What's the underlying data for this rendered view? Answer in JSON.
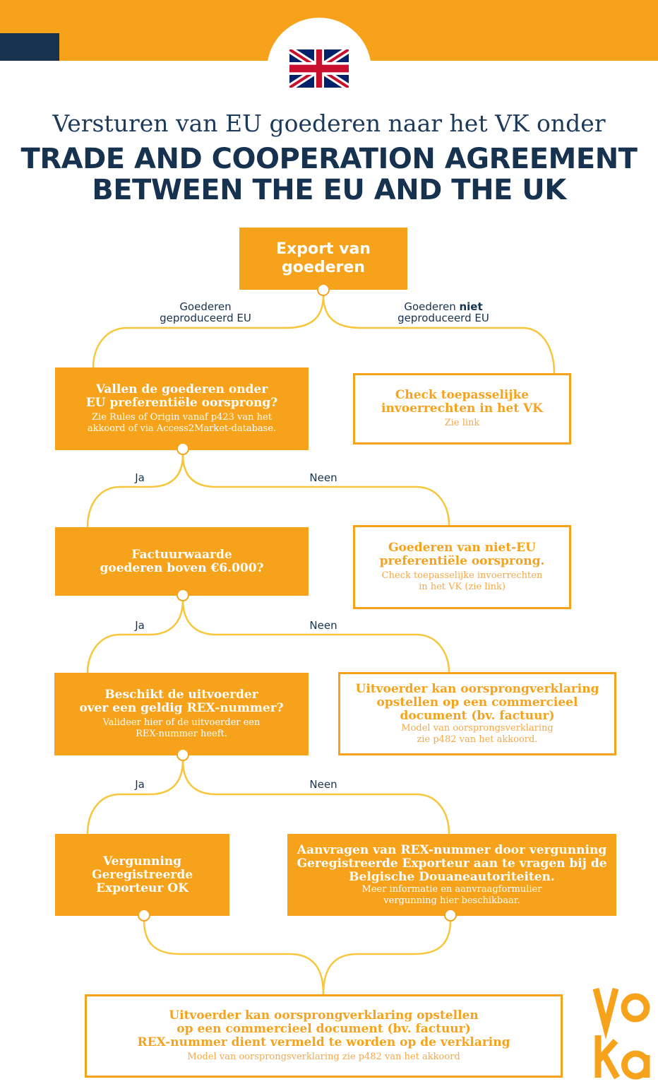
{
  "header": {
    "subtitle": "Versturen van EU goederen naar het VK onder",
    "title_line1": "TRADE AND COOPERATION AGREEMENT",
    "title_line2": "BETWEEN THE EU AND THE UK",
    "flag_icon": "union-jack-flag-icon"
  },
  "colors": {
    "accent": "#f7a21b",
    "navy": "#16324f",
    "white": "#ffffff"
  },
  "nodes": {
    "export": {
      "title_line1": "Export van",
      "title_line2": "goederen"
    },
    "q_origin": {
      "title_line1": "Vallen de goederen onder",
      "title_line2": "EU preferentiële oorsprong?",
      "sub_line1": "Zie Rules of Origin vanaf p423 van het",
      "sub_line2": "akkoord of via Access2Market-database."
    },
    "check_duties": {
      "title_line1": "Check toepasselijke",
      "title_line2": "invoerrechten in het VK",
      "sub_line1": "Zie link"
    },
    "q_invoice": {
      "title_line1": "Factuurwaarde",
      "title_line2": "goederen boven €6.000?"
    },
    "non_pref": {
      "title_line1": "Goederen van niet-EU",
      "title_line2": "preferentiële oorsprong.",
      "sub_line1": "Check toepasselijke invoerrechten",
      "sub_line2": "in het VK (zie link)"
    },
    "q_rex": {
      "title_line1": "Beschikt de uitvoerder",
      "title_line2": "over een geldig REX-nummer?",
      "sub_line1": "Valideer hier of de uitvoerder een",
      "sub_line2": "REX-nummer heeft."
    },
    "decl_small": {
      "title_line1": "Uitvoerder kan oorsprongverklaring",
      "title_line2": "opstellen op een commercieel",
      "title_line3": "document (bv. factuur)",
      "sub_line1": "Model van oorsprongsverklaring",
      "sub_line2": "zie p482 van het akkoord."
    },
    "license_ok": {
      "title_line1": "Vergunning",
      "title_line2": "Geregistreerde",
      "title_line3": "Exporteur OK"
    },
    "apply_rex": {
      "title_line1": "Aanvragen van REX-nummer door vergunning",
      "title_line2": "Geregistreerde Exporteur aan te vragen bij de",
      "title_line3": "Belgische Douaneautoriteiten.",
      "sub_line1": "Meer informatie en aanvraagformulier",
      "sub_line2": "vergunning hier beschikbaar."
    },
    "final_decl": {
      "title_line1": "Uitvoerder kan oorsprongverklaring opstellen",
      "title_line2": "op een commercieel document (bv. factuur)",
      "title_line3": "REX-nummer dient vermeld te worden op de verklaring",
      "sub_line1": "Model van oorsprongsverklaring zie p482 van het akkoord"
    }
  },
  "labels": {
    "eu_produced_line1": "Goederen",
    "eu_produced_line2": "geproduceerd EU",
    "not_eu_prefix": "Goederen",
    "not_eu_bold": "niet",
    "not_eu_line2": "geproduceerd EU",
    "yes": "Ja",
    "no": "Neen"
  },
  "logo": {
    "text_top": "vo",
    "text_bottom": "ka",
    "icon": "voka-logo-icon"
  }
}
